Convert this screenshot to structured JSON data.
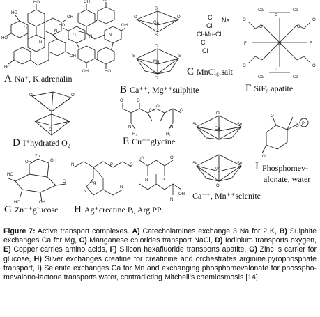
{
  "panels": {
    "A": {
      "letter": "A",
      "label": "Na⁺, K.adrenalin"
    },
    "B": {
      "letter": "B",
      "label": "Ca⁺⁺, Mg⁺⁺sulphite"
    },
    "C": {
      "letter": "C",
      "label": "MnCl₆.salt",
      "atoms": [
        "Cl",
        "Na",
        "Cl",
        "Cl-Mn-Cl",
        "Cl",
        "Cl"
      ]
    },
    "D": {
      "letter": "D",
      "label": "I⁺hydrated O₂"
    },
    "E": {
      "letter": "E",
      "label": "Cu⁺⁺glycine"
    },
    "F": {
      "letter": "F",
      "label": "SiF₆.apatite"
    },
    "G": {
      "letter": "G",
      "label": "Zn⁺⁺glucose"
    },
    "H": {
      "letter": "H",
      "label": "Ag⁺creatine Pᵢ, Arg.PPᵢ"
    },
    "I": {
      "letter": "I",
      "label_line1": "Phosphomev-",
      "label_line2": "alonate, water"
    },
    "J": {
      "label": "Ca⁺⁺, Mn⁺⁺selenite"
    }
  },
  "caption": {
    "figure_label": "Figure 7:",
    "segments": [
      {
        "bold": false,
        "text": " Active transport complexes. "
      },
      {
        "bold": true,
        "text": "A)"
      },
      {
        "bold": false,
        "text": " Catecholamines exchange 3 Na for 2 K, "
      },
      {
        "bold": true,
        "text": "B)"
      },
      {
        "bold": false,
        "text": " Sulphite exchanges Ca for Mg, "
      },
      {
        "bold": true,
        "text": "C)"
      },
      {
        "bold": false,
        "text": " Manganese chlorides transport NaCl, "
      },
      {
        "bold": true,
        "text": "D)"
      },
      {
        "bold": false,
        "text": " Iodinium transports oxygen, "
      },
      {
        "bold": true,
        "text": "E)"
      },
      {
        "bold": false,
        "text": " Copper carries amino acids, "
      },
      {
        "bold": true,
        "text": "F)"
      },
      {
        "bold": false,
        "text": " Silicon hexafluoride transports apatite, "
      },
      {
        "bold": true,
        "text": "G)"
      },
      {
        "bold": false,
        "text": " Zinc is carrier for glucose, "
      },
      {
        "bold": true,
        "text": "H)"
      },
      {
        "bold": false,
        "text": " Silver exchanges creatine for creatinine and orchestrates arginine.pyrophosphate transport, "
      },
      {
        "bold": true,
        "text": "I)"
      },
      {
        "bold": false,
        "text": " Selenite exchanges Ca for Mn and exchanging phosphomevalonate for phosspho-mevalono-lactone transports water, contradicting Mitchell’s chemiosmosis [14]."
      }
    ]
  }
}
